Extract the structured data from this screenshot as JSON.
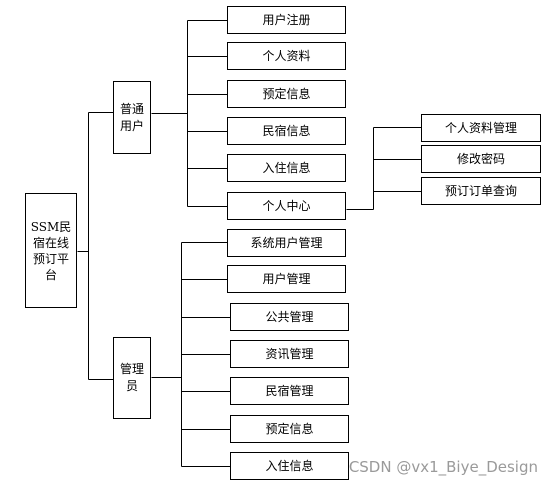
{
  "root": {
    "label": "SSM民\n宿在线\n预订平\n台"
  },
  "user_branch": {
    "label": "普通\n用户",
    "items": [
      "用户注册",
      "个人资料",
      "预定信息",
      "民宿信息",
      "入住信息",
      "个人中心"
    ],
    "personal_center_items": [
      "个人资料管理",
      "修改密码",
      "预订订单查询"
    ]
  },
  "admin_branch": {
    "label": "管理\n员",
    "items": [
      "系统用户管理",
      "用户管理",
      "公共管理",
      "资讯管理",
      "民宿管理",
      "预定信息",
      "入住信息"
    ]
  },
  "watermark": "CSDN @vx1_Biye_Design"
}
